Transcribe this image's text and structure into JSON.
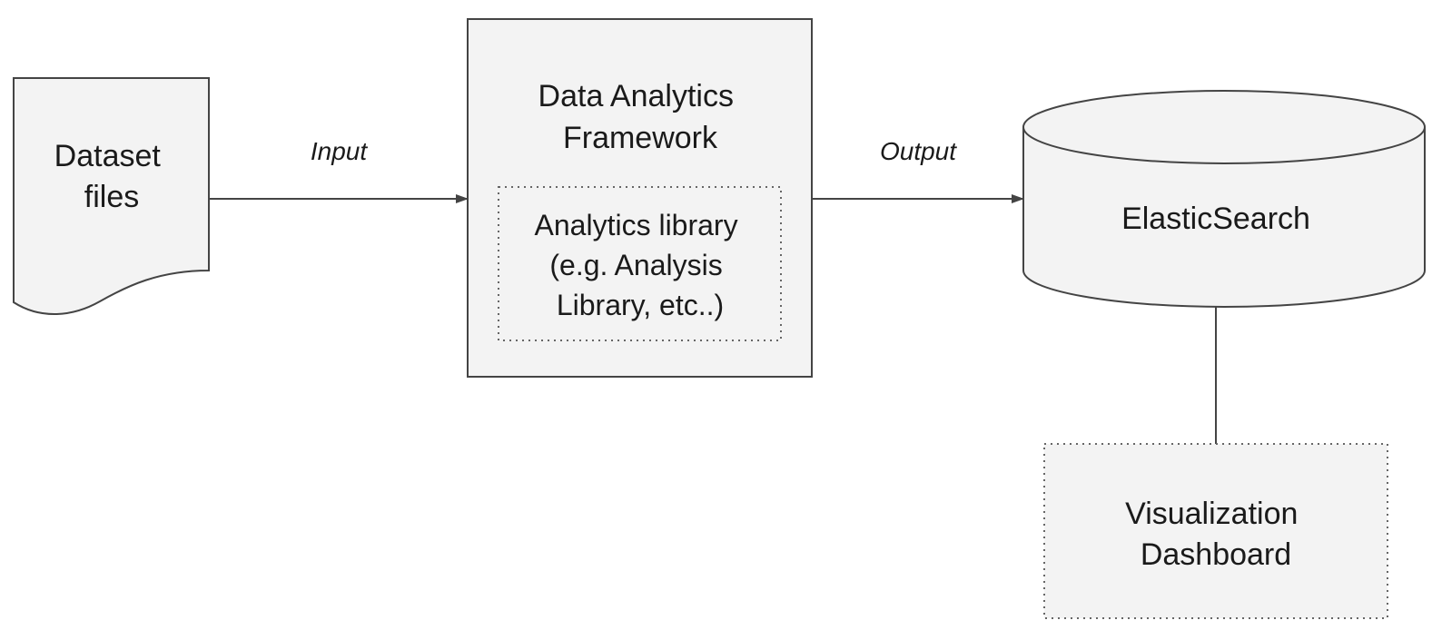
{
  "nodes": {
    "dataset": {
      "lines": [
        "Dataset",
        "files"
      ]
    },
    "framework": {
      "lines": [
        "Data Analytics",
        "Framework"
      ],
      "library": {
        "lines": [
          "Analytics library",
          "(e.g.  Analysis",
          "Library, etc..)"
        ]
      }
    },
    "elasticsearch": {
      "label": "ElasticSearch"
    },
    "dashboard": {
      "lines": [
        "Visualization",
        "Dashboard"
      ]
    }
  },
  "edges": {
    "input": {
      "label": "Input"
    },
    "output": {
      "label": "Output"
    }
  },
  "colors": {
    "fill": "#f3f3f3",
    "stroke": "#444444",
    "dotted": "#666666",
    "text": "#1a1a1a"
  }
}
